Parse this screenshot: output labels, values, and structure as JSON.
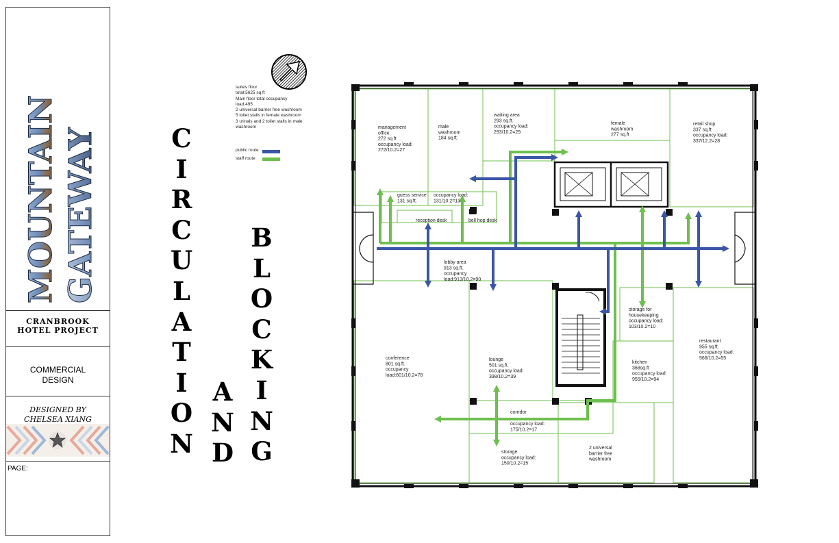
{
  "title_block": {
    "logo_line1": "MOUNTAIN",
    "logo_line2": "GATEWAY",
    "project_name": "CRANBROOK\nHOTEL PROJECT",
    "design_type": "COMMERCIAL\nDESIGN",
    "designer": "DESIGNED BY\nCHELSEA XIANG",
    "page_label": "PAGE:"
  },
  "heading": {
    "word1": [
      "C",
      "I",
      "R",
      "C",
      "U",
      "L",
      "A",
      "T",
      "I",
      "O",
      "N"
    ],
    "word2": [
      "A",
      "N",
      "D"
    ],
    "word3": [
      "B",
      "L",
      "O",
      "C",
      "K",
      "I",
      "N",
      "G"
    ]
  },
  "legend": {
    "notes": [
      "suites floor",
      "total:5625 sq ft",
      "Main floor total occupancy load:495",
      "2 universal barrier free washroom",
      "5 toilet stalls in female washroom",
      "3 urinals and 2 toilet stalls in male washroom"
    ],
    "routes": [
      {
        "label": "public route",
        "color": "#3a56a5"
      },
      {
        "label": "staff route",
        "color": "#6ebf4e"
      }
    ]
  },
  "compass": {
    "icon": "north-arrow-icon"
  },
  "colors": {
    "public_route": "#3a56a5",
    "staff_route": "#6ebf4e",
    "room_outline": "#6ebf4e",
    "wall": "#111111"
  },
  "rooms": [
    {
      "id": "management-office",
      "lines": [
        "management",
        "office",
        "272 sq ft",
        "occupancy load:",
        "272/10.2=27"
      ]
    },
    {
      "id": "male-washroom",
      "lines": [
        "male",
        "washroom",
        "184 sq.ft."
      ]
    },
    {
      "id": "waiting-area",
      "lines": [
        "waiting area",
        "293 sq.ft.",
        "occupancy load:",
        "293/10.2=29"
      ]
    },
    {
      "id": "female-washroom",
      "lines": [
        "female",
        "washroom",
        "277 sq.ft"
      ]
    },
    {
      "id": "retail-shop",
      "lines": [
        "retail shop",
        "337 sq.ft",
        "occupancy load:",
        "337/12.2=28"
      ]
    },
    {
      "id": "guess-service",
      "lines": [
        "guess service",
        "131 sq.ft."
      ]
    },
    {
      "id": "guess-service-load",
      "lines": [
        "occupancy load:",
        "131/10.2=13"
      ]
    },
    {
      "id": "reception-desk",
      "lines": [
        "reception desk"
      ]
    },
    {
      "id": "bell-hop-desk",
      "lines": [
        "bell hop desk"
      ]
    },
    {
      "id": "lobby-area",
      "lines": [
        "lobby area",
        "913 sq.ft.",
        "occupancy",
        "load:913/10.2=90"
      ]
    },
    {
      "id": "conference",
      "lines": [
        "conference",
        "801 sq.ft.",
        "occupancy",
        "load:801/10.2=78"
      ]
    },
    {
      "id": "lounge",
      "lines": [
        "lounge",
        "501 sq.ft.",
        "occupancy load:",
        "398/10.2=39"
      ]
    },
    {
      "id": "storage-housekeeping",
      "lines": [
        "storage for",
        "housekeeping",
        "occupancy load:",
        "103/10.2=10"
      ]
    },
    {
      "id": "kitchen",
      "lines": [
        "kitchen",
        "368sq.ft",
        "occupancy load:",
        "955/10.2=94"
      ]
    },
    {
      "id": "restaurant",
      "lines": [
        "restaurant",
        "955 sq.ft.",
        "occupancy load:",
        "566/10.2=55"
      ]
    },
    {
      "id": "corridor",
      "lines": [
        "corridor"
      ]
    },
    {
      "id": "corridor-load",
      "lines": [
        "occupancy load:",
        "175/10.2=17"
      ]
    },
    {
      "id": "storage",
      "lines": [
        "storage",
        "occupancy load:",
        "150/10.2=15"
      ]
    },
    {
      "id": "barrier-free-washroom",
      "lines": [
        "2 universal",
        "barrier free",
        "washroom"
      ]
    }
  ]
}
